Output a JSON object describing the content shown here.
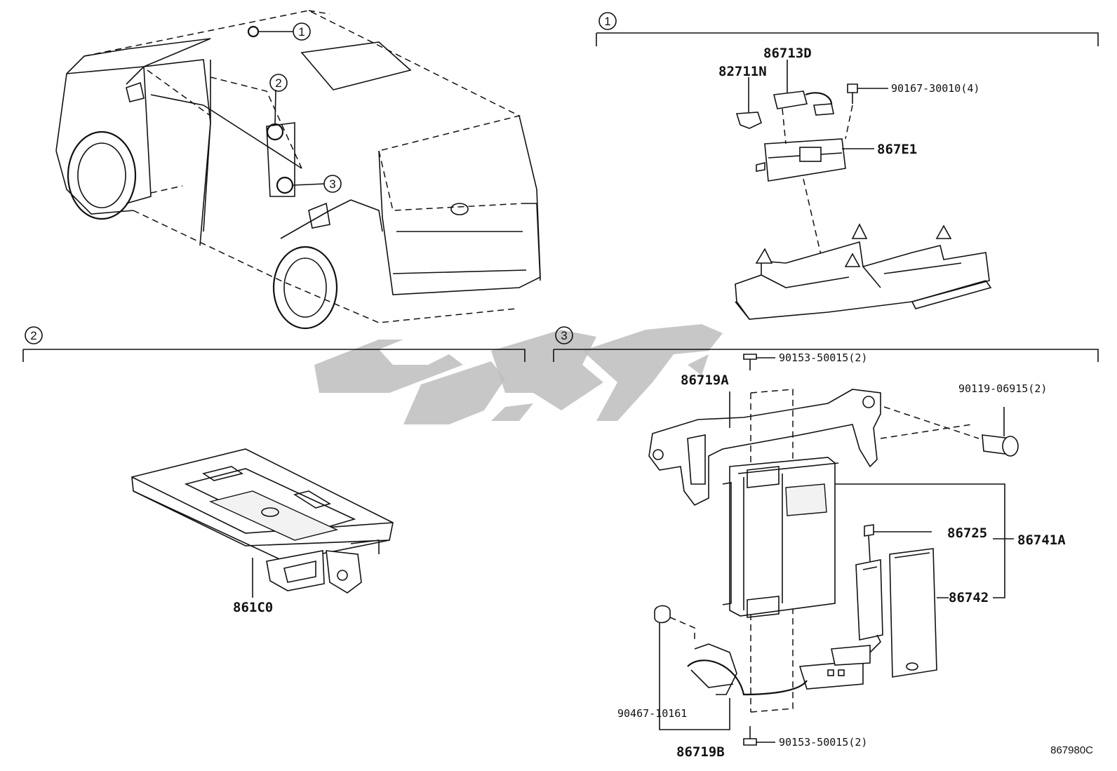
{
  "diagram": {
    "reference_code": "867980C",
    "callouts": {
      "c1": "1",
      "c2": "2",
      "c3": "3"
    },
    "sections": [
      {
        "id": "1",
        "parts": [
          {
            "number": "86713D"
          },
          {
            "number": "82711N"
          },
          {
            "number": "90167-30010(4)"
          },
          {
            "number": "867E1"
          }
        ]
      },
      {
        "id": "2",
        "parts": [
          {
            "number": "861C0"
          }
        ]
      },
      {
        "id": "3",
        "parts": [
          {
            "number": "86719A"
          },
          {
            "number": "90153-50015(2)"
          },
          {
            "number": "90119-06915(2)"
          },
          {
            "number": "86725"
          },
          {
            "number": "86741A"
          },
          {
            "number": "86742"
          },
          {
            "number": "90467-10161"
          },
          {
            "number": "86719B"
          },
          {
            "number": "90153-50015(2)"
          }
        ]
      }
    ]
  },
  "colors": {
    "line": "#111111",
    "watermark": "#bdbdbd",
    "background": "#ffffff"
  }
}
